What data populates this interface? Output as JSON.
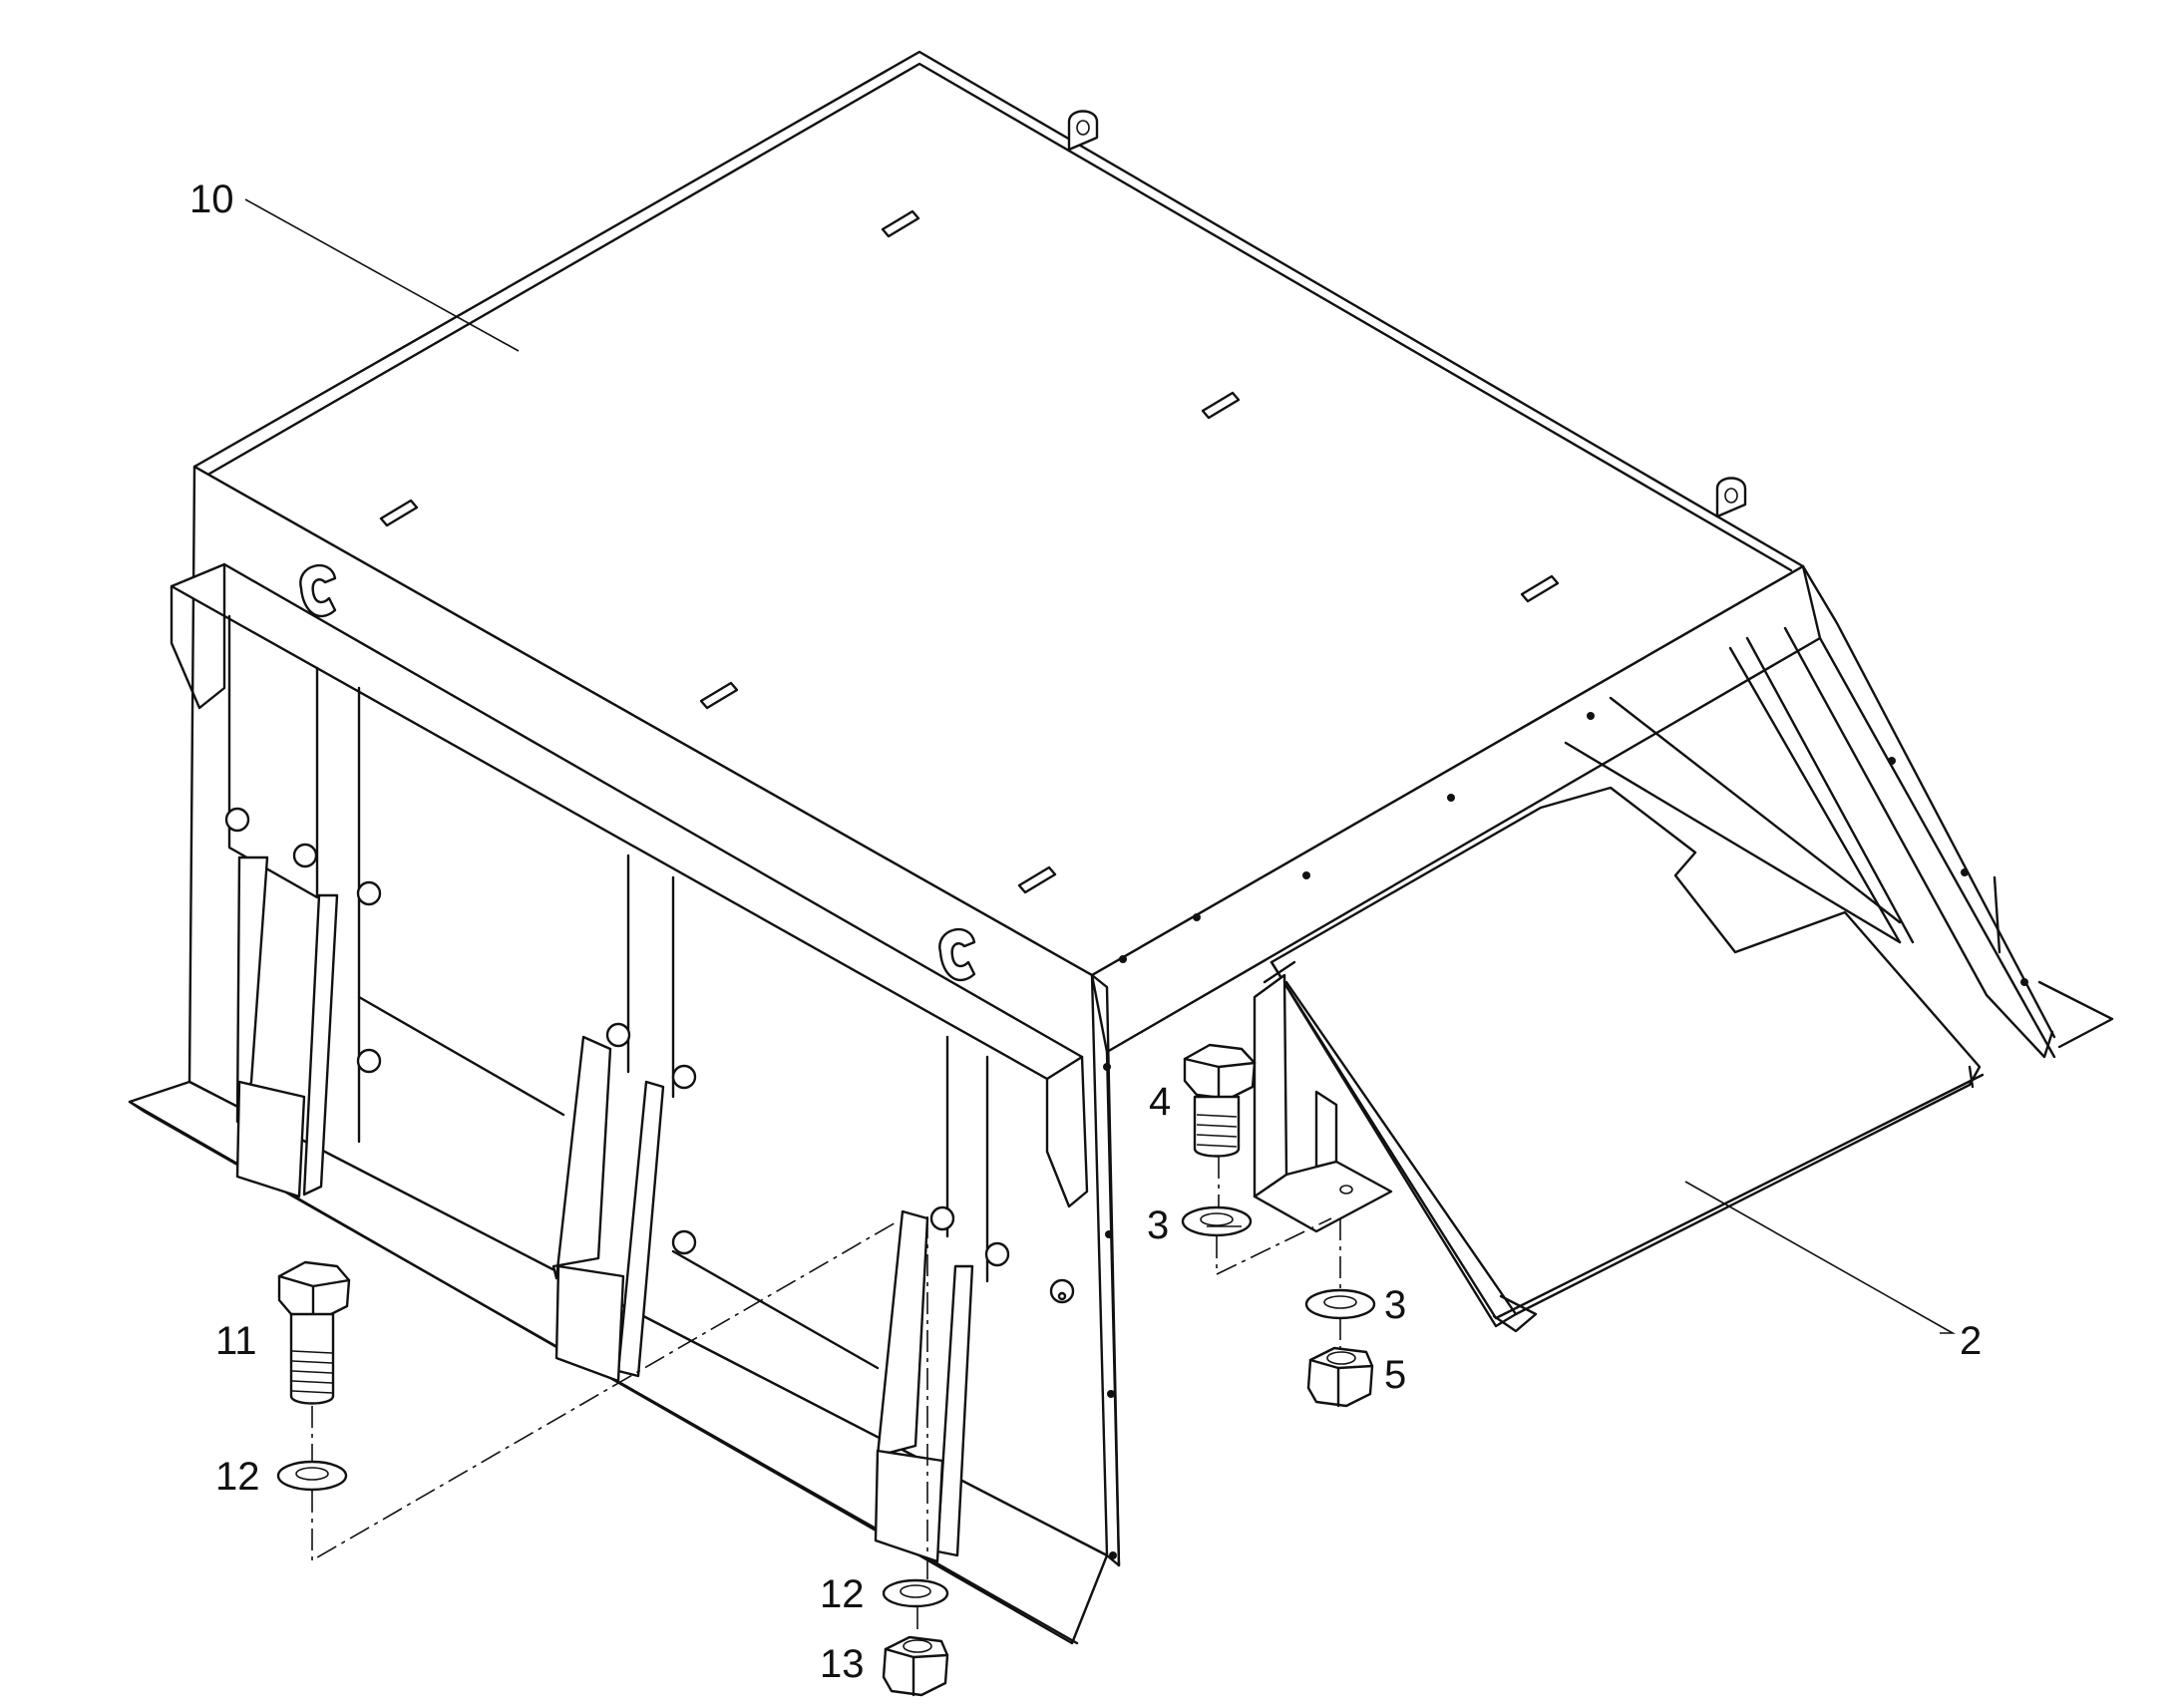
{
  "callouts": [
    {
      "id": "10",
      "text": "10"
    },
    {
      "id": "2",
      "text": "2"
    },
    {
      "id": "4",
      "text": "4"
    },
    {
      "id": "3a",
      "text": "3"
    },
    {
      "id": "3b",
      "text": "3"
    },
    {
      "id": "5",
      "text": "5"
    },
    {
      "id": "11",
      "text": "11"
    },
    {
      "id": "12a",
      "text": "12"
    },
    {
      "id": "12b",
      "text": "12"
    },
    {
      "id": "13",
      "text": "13"
    }
  ],
  "colors": {
    "line": "#111111",
    "background": "#ffffff"
  }
}
